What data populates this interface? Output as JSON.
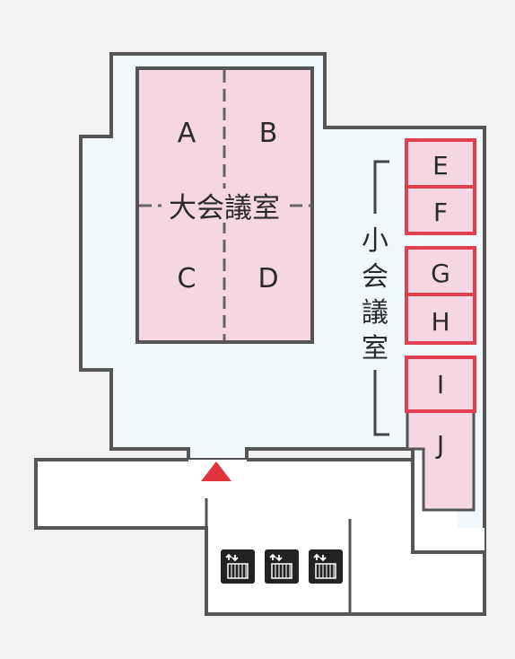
{
  "colors": {
    "page_background": "#f2f2f2",
    "corridor_fill": "#f1f8fc",
    "white_area": "#ffffff",
    "wall": "#555555",
    "large_room_fill": "#f7d6e4",
    "small_room_fill": "#f7d6e4",
    "highlight_border": "#e04050",
    "entrance_marker": "#e0343e",
    "elevator_icon_bg": "#222222"
  },
  "large_hall": {
    "label": "大会議室",
    "sections": [
      {
        "id": "A",
        "label": "A"
      },
      {
        "id": "B",
        "label": "B"
      },
      {
        "id": "C",
        "label": "C"
      },
      {
        "id": "D",
        "label": "D"
      }
    ]
  },
  "small_rooms": {
    "label_chars": [
      "小",
      "会",
      "議",
      "室"
    ],
    "rooms": [
      {
        "id": "E",
        "label": "E",
        "highlighted": true
      },
      {
        "id": "F",
        "label": "F",
        "highlighted": true
      },
      {
        "id": "G",
        "label": "G",
        "highlighted": true
      },
      {
        "id": "H",
        "label": "H",
        "highlighted": true
      },
      {
        "id": "I",
        "label": "I",
        "highlighted": true
      },
      {
        "id": "J",
        "label": "J",
        "highlighted": false
      }
    ]
  },
  "entrance": {
    "icon": "triangle-up-icon"
  },
  "elevators": [
    {
      "icon": "elevator-icon"
    },
    {
      "icon": "elevator-icon"
    },
    {
      "icon": "elevator-icon"
    }
  ]
}
